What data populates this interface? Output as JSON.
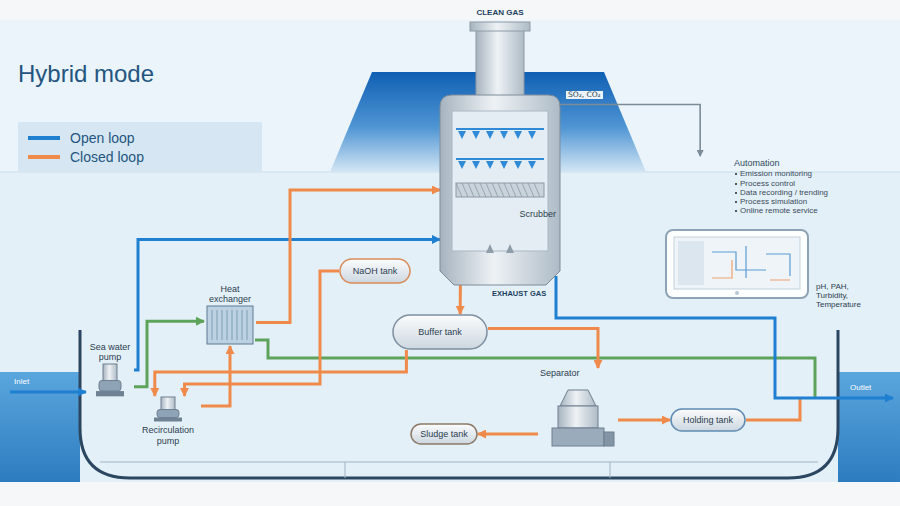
{
  "diagram": {
    "title": "Hybrid mode",
    "nodes": [
      {
        "text": [
          "Scrubber"
        ]
      },
      {
        "text": [
          "Automation",
          "Emission monitoring",
          "Process control",
          "Data recording / trending",
          "Process simulation",
          "Online remote service"
        ]
      },
      {
        "text": [
          "NaOH tank"
        ]
      },
      {
        "text": [
          "Heat exchanger"
        ]
      },
      {
        "text": [
          "Buffer tank"
        ]
      },
      {
        "text": [
          "Sea water pump"
        ]
      },
      {
        "text": [
          "Recirculation pump"
        ]
      },
      {
        "text": [
          "Separator"
        ]
      },
      {
        "text": [
          "Holding tank"
        ]
      },
      {
        "text": [
          "Sludge tank"
        ]
      }
    ],
    "edges": [
      {
        "from": 5,
        "to": 0,
        "arrow": "to"
      },
      {
        "from": 5,
        "to": 3,
        "arrow": "to"
      },
      {
        "from": 3,
        "to": 0,
        "arrow": "to"
      },
      {
        "from": 0,
        "to": 4,
        "arrow": "to"
      },
      {
        "from": 4,
        "to": 6,
        "arrow": "to"
      },
      {
        "from": 6,
        "to": 3,
        "arrow": "to"
      },
      {
        "from": 2,
        "to": 6,
        "arrow": "to"
      },
      {
        "from": 4,
        "to": 7,
        "arrow": "to"
      },
      {
        "from": 7,
        "to": 9,
        "arrow": "to"
      },
      {
        "from": 7,
        "to": 8,
        "arrow": "to"
      },
      {
        "from": 0,
        "to": 1,
        "label": "SO₂, CO₂",
        "arrow": "to"
      }
    ],
    "labels": [
      "CLEAN GAS",
      "EXHAUST GAS",
      "pH, PAH, Turbidity, Temperature",
      "Inlet",
      "Outlet"
    ],
    "legend": [
      {
        "text": "Open loop",
        "color": "#1f7fd0"
      },
      {
        "text": "Closed loop",
        "color": "#f08a4b"
      }
    ]
  }
}
